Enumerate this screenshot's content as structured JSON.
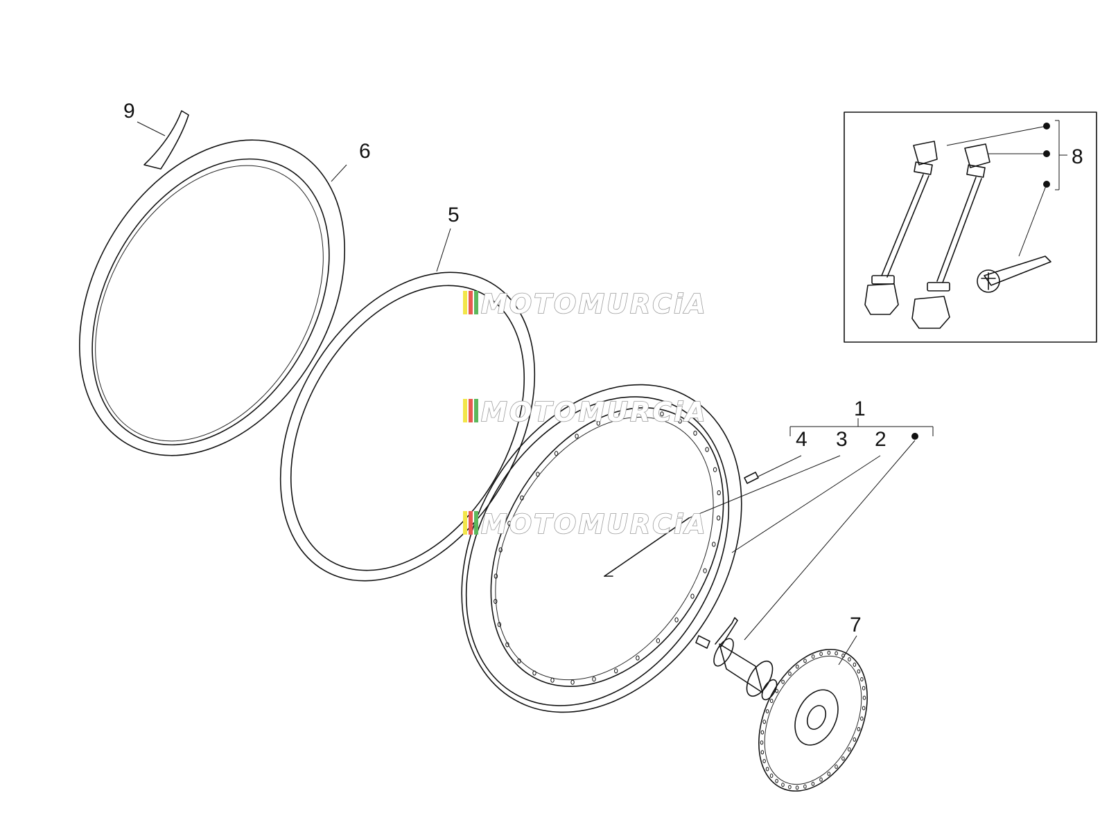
{
  "diagram": {
    "callouts": {
      "c1": "1",
      "c2": "2",
      "c3": "3",
      "c4": "4",
      "c5": "5",
      "c6": "6",
      "c7": "7",
      "c8": "8",
      "c9": "9"
    },
    "watermark": "MOTOMURCiA",
    "watermark_colors": [
      "#f2e64a",
      "#e85a4f",
      "#5cb85c",
      "#9a9a9a"
    ]
  }
}
